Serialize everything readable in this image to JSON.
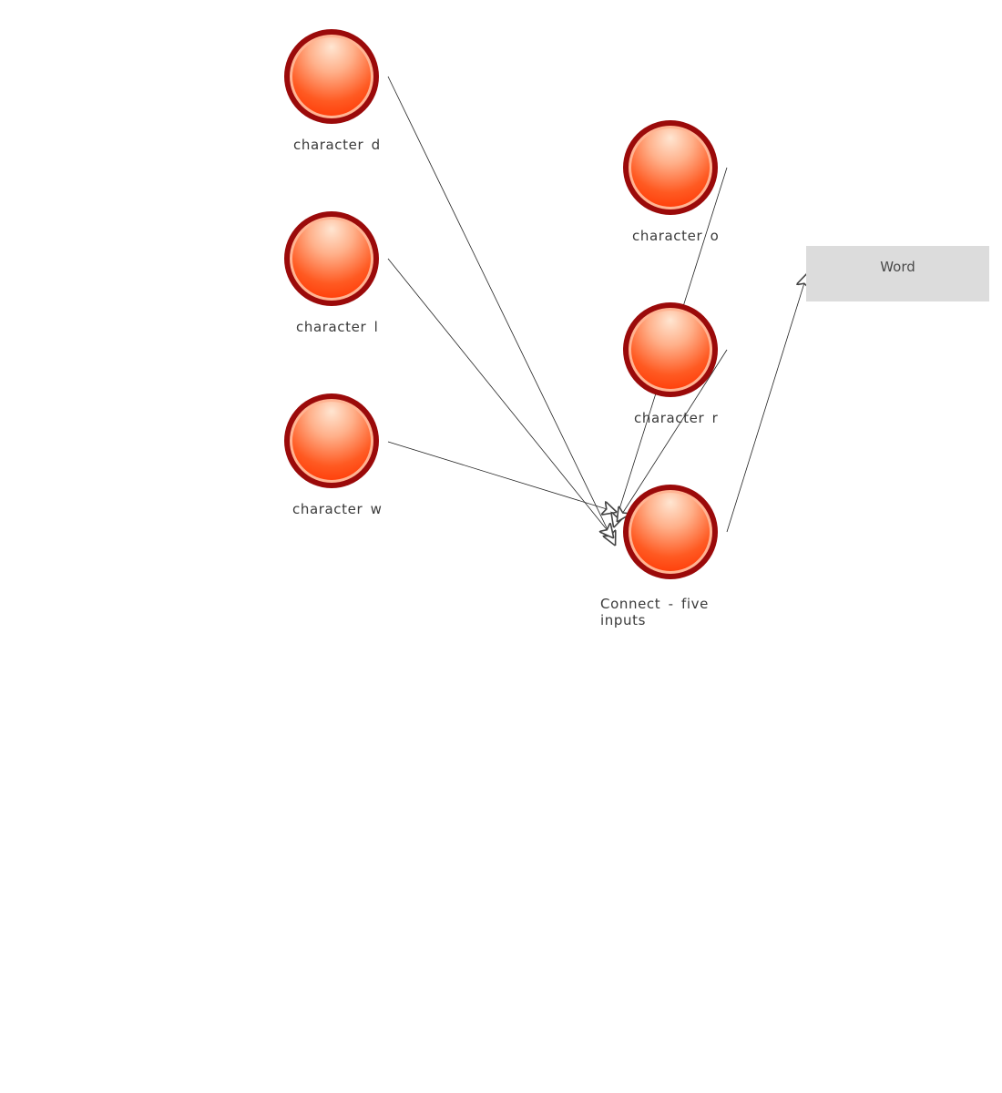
{
  "nodes": {
    "char_d": {
      "label": "character d"
    },
    "char_l": {
      "label": "character l"
    },
    "char_w": {
      "label": "character w"
    },
    "char_o": {
      "label": "character o"
    },
    "char_r": {
      "label": "character r"
    },
    "connect": {
      "label_line1": "Connect - five",
      "label_line2": "inputs"
    }
  },
  "word_box": {
    "label": "Word"
  },
  "colors": {
    "node_ring": "#9b0a0a",
    "node_fill_top": "#ffd9bf",
    "node_fill_bottom": "#ff4a10",
    "edge": "#222222",
    "arrow": "#555555",
    "box_fill": "#dcdcdc"
  }
}
